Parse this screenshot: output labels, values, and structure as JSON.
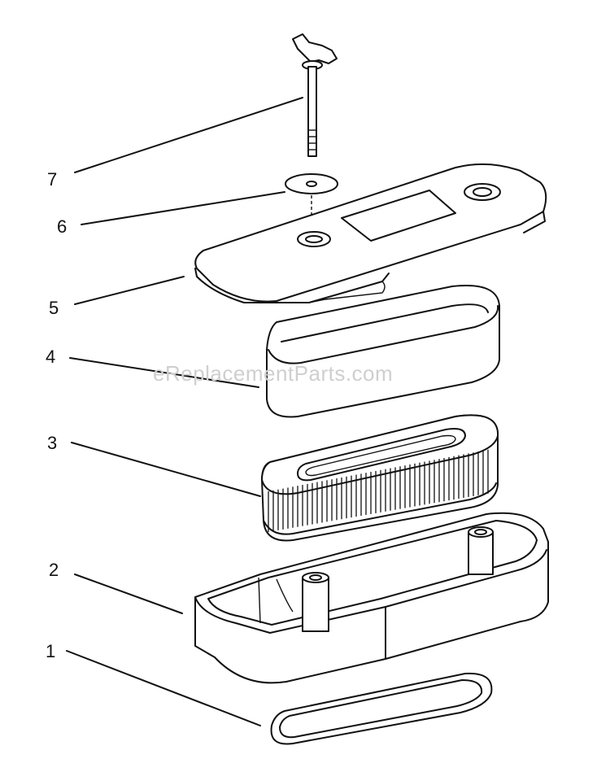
{
  "watermark": "eReplacementParts.com",
  "callouts": [
    {
      "id": "7",
      "text": "7"
    },
    {
      "id": "6",
      "text": "6"
    },
    {
      "id": "5",
      "text": "5"
    },
    {
      "id": "4",
      "text": "4"
    },
    {
      "id": "3",
      "text": "3"
    },
    {
      "id": "2",
      "text": "2"
    },
    {
      "id": "1",
      "text": "1"
    }
  ]
}
